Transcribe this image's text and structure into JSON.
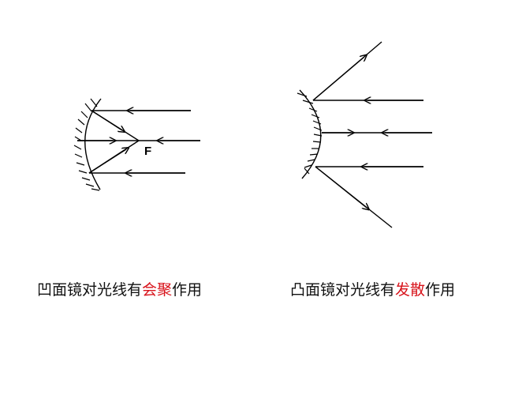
{
  "concave": {
    "focus_label": "F",
    "caption": {
      "before": "凹面镜对光线有",
      "highlight": "会聚",
      "after": "作用"
    }
  },
  "convex": {
    "caption": {
      "before": "凸面镜对光线有",
      "highlight": "发散",
      "after": "作用"
    }
  },
  "colors": {
    "line": "#000000",
    "highlight": "#d8141c",
    "background": "#ffffff"
  }
}
